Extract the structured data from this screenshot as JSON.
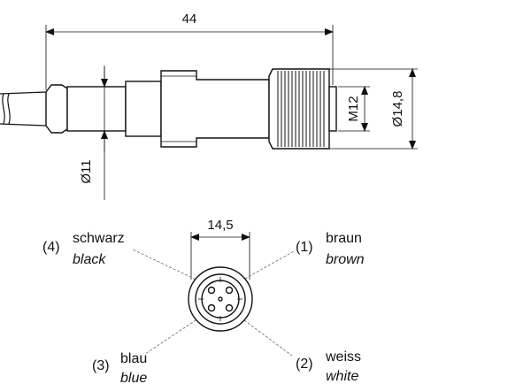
{
  "dimensions": {
    "overall_length": "44",
    "nut_thread": "M12",
    "nut_diameter": "Ø14,8",
    "cable_diameter": "Ø11",
    "front_width": "14,5"
  },
  "pins": [
    {
      "number": "(1)",
      "color_de": "braun",
      "color_en": "brown"
    },
    {
      "number": "(2)",
      "color_de": "weiss",
      "color_en": "white"
    },
    {
      "number": "(3)",
      "color_de": "blau",
      "color_en": "blue"
    },
    {
      "number": "(4)",
      "color_de": "schwarz",
      "color_en": "black"
    }
  ]
}
